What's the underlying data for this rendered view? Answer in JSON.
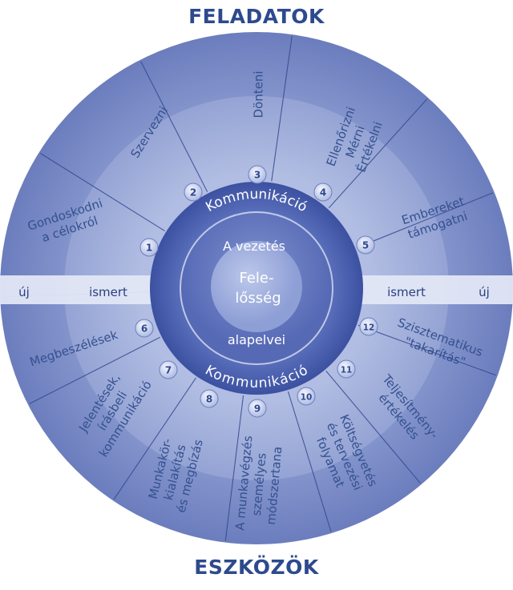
{
  "titles": {
    "top": "FELADATOK",
    "bottom": "ESZKÖZÖK"
  },
  "band": {
    "left_outer": "új",
    "left_inner": "ismert",
    "right_inner": "ismert",
    "right_outer": "új"
  },
  "ring": {
    "top": "Kommunikáció",
    "bottom": "Kommunikáció"
  },
  "center": {
    "upper": "A vezetés",
    "middle_line1": "Fele-",
    "middle_line2": "lősség",
    "lower": "alapelvei"
  },
  "tasks": [
    {
      "num": "1",
      "lines": [
        "Gondoskodni",
        "a célokról"
      ]
    },
    {
      "num": "2",
      "lines": [
        "Szervezni"
      ]
    },
    {
      "num": "3",
      "lines": [
        "Dönteni"
      ]
    },
    {
      "num": "4",
      "lines": [
        "Ellenőrizni",
        "Mérni",
        "Értékelni"
      ]
    },
    {
      "num": "5",
      "lines": [
        "Embereket",
        "támogatni"
      ]
    }
  ],
  "tools": [
    {
      "num": "6",
      "lines": [
        "Megbeszélések"
      ]
    },
    {
      "num": "7",
      "lines": [
        "Jelentések,",
        "írásbeli",
        "kommunikáció"
      ]
    },
    {
      "num": "8",
      "lines": [
        "Munkakör-",
        "kialakítás",
        "és megbízás"
      ]
    },
    {
      "num": "9",
      "lines": [
        "A munkavégzés",
        "személyes",
        "módszertana"
      ]
    },
    {
      "num": "10",
      "lines": [
        "Költségvetés",
        "és tervezési",
        "folyamat"
      ]
    },
    {
      "num": "11",
      "lines": [
        "Teljesítmény-",
        "értékelés"
      ]
    },
    {
      "num": "12",
      "lines": [
        "Szisztematikus",
        "\"takarítás\""
      ]
    }
  ],
  "colors": {
    "title": "#2e4a8e",
    "text": "#34508f",
    "outer": "#7a8bc6",
    "middle": "#93a2d2",
    "ring": "#3f55a6",
    "band": "#dfe4f3"
  }
}
